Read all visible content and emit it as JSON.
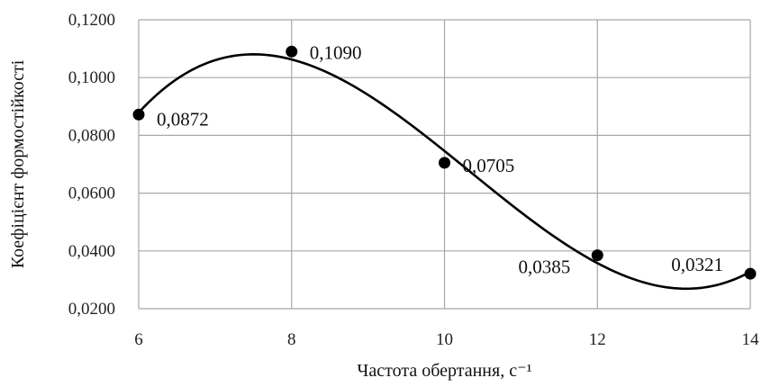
{
  "chart_data": {
    "type": "scatter",
    "title": "",
    "xlabel": "Частота обертання, с⁻¹",
    "ylabel": "Коефіцієнт формостійкості",
    "x": [
      6,
      8,
      10,
      12,
      14
    ],
    "series": [
      {
        "values": [
          0.0872,
          0.109,
          0.0705,
          0.0385,
          0.0321
        ],
        "data_labels": [
          "0,0872",
          "0,1090",
          "0,0705",
          "0,0385",
          "0,0321"
        ],
        "trendline": "polynomial"
      }
    ],
    "xlim": [
      6,
      14
    ],
    "ylim": [
      0.02,
      0.12
    ],
    "xticks": [
      6,
      8,
      10,
      12,
      14
    ],
    "xtick_labels": [
      "6",
      "8",
      "10",
      "12",
      "14"
    ],
    "yticks": [
      0.02,
      0.04,
      0.06,
      0.08,
      0.1,
      0.12
    ],
    "ytick_labels": [
      "0,0200",
      "0,0400",
      "0,0600",
      "0,0800",
      "0,1000",
      "0,1200"
    ],
    "grid": true,
    "legend": "none"
  }
}
